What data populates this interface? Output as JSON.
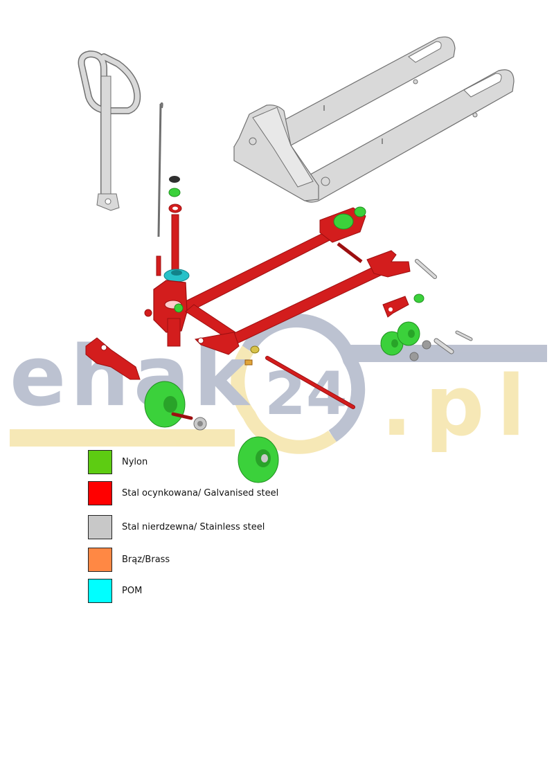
{
  "watermark": {
    "left_text": "ehak",
    "badge_text": "24",
    "right_text": ".pl",
    "colors": {
      "gray": "#b9bfcf",
      "yellow": "#f6e7b3"
    }
  },
  "colors": {
    "red": "#d31d1d",
    "red_dark": "#9c0f10",
    "green": "#3bd13b",
    "green_dark": "#1f8f1f",
    "gray": "#d9d9d9",
    "gray_line": "#6f6f6f",
    "cyan": "#27c1c8",
    "brass": "#e0a53a"
  },
  "legend": [
    {
      "label": "Nylon",
      "color": "#5dcc12"
    },
    {
      "label": "Stal ocynkowana/ Galvanised steel",
      "color": "#ff0000"
    },
    {
      "label": "Stal nierdzewna/ Stainless steel",
      "color": "#c8c8c8"
    },
    {
      "label": "Brąz/Brass",
      "color": "#ff8844"
    },
    {
      "label": "POM",
      "color": "#00ffff"
    }
  ]
}
